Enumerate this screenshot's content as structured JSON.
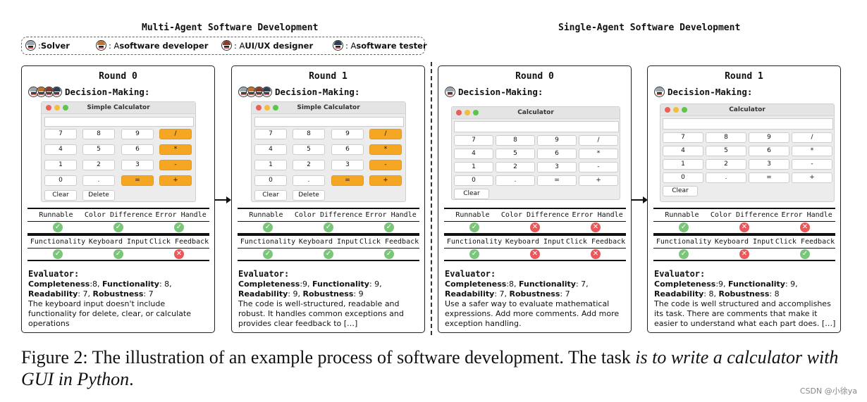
{
  "multi_title": "Multi-Agent Software Development",
  "single_title": "Single-Agent Software Development",
  "legend": [
    {
      "role": "Solver",
      "prefix": ": ",
      "bold": "Solver"
    },
    {
      "role": "A software developer",
      "prefix": ": A ",
      "bold": "software developer"
    },
    {
      "role": "A UI/UX designer",
      "prefix": ": A ",
      "bold": "UI/UX designer"
    },
    {
      "role": "A software tester",
      "prefix": ": A ",
      "bold": "software tester"
    }
  ],
  "decision_label": "Decision-Making:",
  "criteria_row1": [
    "Runnable",
    "Color Difference",
    "Error Handle"
  ],
  "criteria_row2": [
    "Functionality",
    "Keyboard Input",
    "Click Feedback"
  ],
  "evaluator_label": "Evaluator:",
  "panels": [
    {
      "round": "Round 0",
      "calc_title": "Simple Calculator",
      "row1": [
        "ok",
        "ok",
        "ok"
      ],
      "row2": [
        "ok",
        "ok",
        "bad"
      ],
      "scores_line1": [
        [
          "Completeness",
          ":8, "
        ],
        [
          "Functionality",
          ": 8,"
        ]
      ],
      "scores_line2": [
        [
          "Readability",
          ": 7, "
        ],
        [
          "Robustness",
          ": 7"
        ]
      ],
      "comment": "The keyboard input doesn't include functionality for delete, clear, or calculate operations"
    },
    {
      "round": "Round 1",
      "calc_title": "Simple Calculator",
      "row1": [
        "ok",
        "ok",
        "ok"
      ],
      "row2": [
        "ok",
        "ok",
        "ok"
      ],
      "scores_line1": [
        [
          "Completeness",
          ":9, "
        ],
        [
          "Functionality",
          ": 9,"
        ]
      ],
      "scores_line2": [
        [
          "Readability",
          ": 9, "
        ],
        [
          "Robustness",
          ": 9"
        ]
      ],
      "comment": "The code is well-structured, readable and robust. It handles common exceptions and provides clear feedback to […]"
    },
    {
      "round": "Round 0",
      "calc_title": "Calculator",
      "row1": [
        "ok",
        "bad",
        "bad"
      ],
      "row2": [
        "ok",
        "bad",
        "bad"
      ],
      "scores_line1": [
        [
          "Completeness",
          ":8, "
        ],
        [
          "Functionality",
          ": 7,"
        ]
      ],
      "scores_line2": [
        [
          "Readability",
          ": 7, "
        ],
        [
          "Robustness",
          ": 7"
        ]
      ],
      "comment": "Use a safer way to evaluate mathematical expressions. Add more comments. Add more exception handling."
    },
    {
      "round": "Round 1",
      "calc_title": "Calculator",
      "row1": [
        "ok",
        "bad",
        "bad"
      ],
      "row2": [
        "ok",
        "bad",
        "ok"
      ],
      "scores_line1": [
        [
          "Completeness",
          ":9, "
        ],
        [
          "Functionality",
          ": 9,"
        ]
      ],
      "scores_line2": [
        [
          "Readability",
          ": 8, "
        ],
        [
          "Robustness",
          ": 8"
        ]
      ],
      "comment": "The code is well structured and accomplishes its task. There are comments that make it easier to understand what each part does. […]"
    }
  ],
  "calc_multi_keys": [
    [
      "7",
      "8",
      "9",
      "/"
    ],
    [
      "4",
      "5",
      "6",
      "*"
    ],
    [
      "1",
      "2",
      "3",
      "-"
    ],
    [
      "0",
      ".",
      "=",
      "+"
    ]
  ],
  "calc_multi_bottom": [
    "Clear",
    "Delete"
  ],
  "calc_single_keys": [
    [
      "7",
      "8",
      "9",
      "/"
    ],
    [
      "4",
      "5",
      "6",
      "*"
    ],
    [
      "1",
      "2",
      "3",
      "-"
    ],
    [
      "0",
      ".",
      "=",
      "+"
    ]
  ],
  "calc_single_bottom": [
    "Clear"
  ],
  "caption_plain": "Figure 2: The illustration of an example process of software development. The task ",
  "caption_italic": "is to write a calculator with GUI in Python",
  "caption_end": ".",
  "watermark": "CSDN @小徐ya",
  "colors": {
    "ok": "#7cc67c",
    "bad": "#e9585a",
    "operator_key": "#f5a623"
  },
  "icons": {
    "ok": "check-circle-icon",
    "bad": "cross-circle-icon"
  }
}
